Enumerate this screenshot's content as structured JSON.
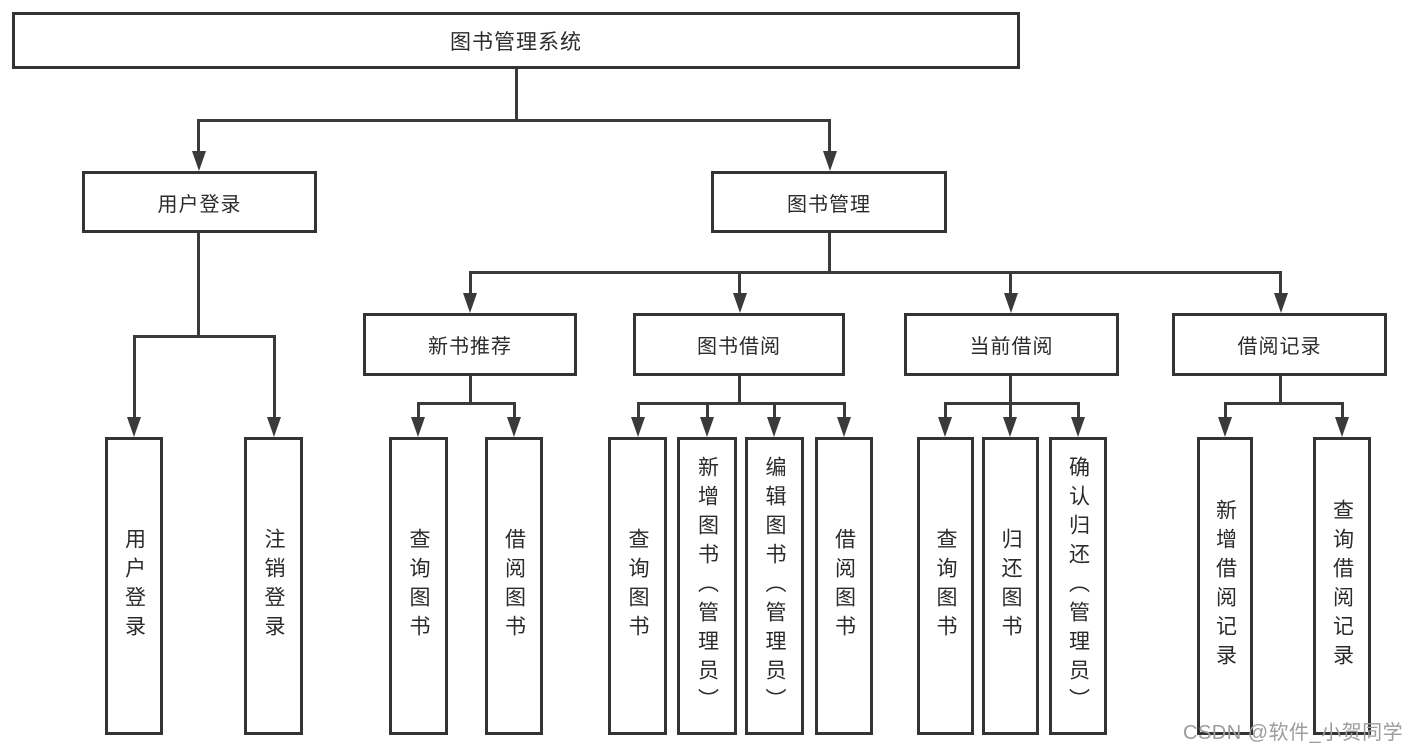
{
  "tree": {
    "root": {
      "label": "图书管理系统",
      "children": [
        {
          "label": "用户登录",
          "children": [
            {
              "label": "用户登录"
            },
            {
              "label": "注销登录"
            }
          ]
        },
        {
          "label": "图书管理",
          "children": [
            {
              "label": "新书推荐",
              "children": [
                {
                  "label": "查询图书"
                },
                {
                  "label": "借阅图书"
                }
              ]
            },
            {
              "label": "图书借阅",
              "children": [
                {
                  "label": "查询图书"
                },
                {
                  "label": "新增图书（管理员）"
                },
                {
                  "label": "编辑图书（管理员）"
                },
                {
                  "label": "借阅图书"
                }
              ]
            },
            {
              "label": "当前借阅",
              "children": [
                {
                  "label": "查询图书"
                },
                {
                  "label": "归还图书"
                },
                {
                  "label": "确认归还（管理员）"
                }
              ]
            },
            {
              "label": "借阅记录",
              "children": [
                {
                  "label": "新增借阅记录"
                },
                {
                  "label": "查询借阅记录"
                }
              ]
            }
          ]
        }
      ]
    }
  },
  "watermark": {
    "text": "CSDN @软件_小贺同学"
  },
  "colors": {
    "line": "#3a3a3a",
    "box_border": "#333333",
    "text": "#2b2b2b",
    "watermark": "#9c9c9c",
    "background": "#ffffff"
  }
}
